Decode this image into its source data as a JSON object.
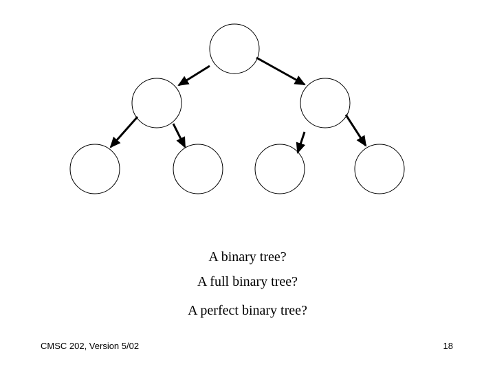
{
  "diagram": {
    "node_count": 7,
    "edges": [
      {
        "from": "root",
        "to": "left-child"
      },
      {
        "from": "root",
        "to": "right-child"
      },
      {
        "from": "left-child",
        "to": "left-left-leaf"
      },
      {
        "from": "left-child",
        "to": "left-right-leaf"
      },
      {
        "from": "right-child",
        "to": "right-left-leaf"
      },
      {
        "from": "right-child",
        "to": "right-right-leaf"
      }
    ]
  },
  "questions": [
    "A binary tree?",
    "A full binary tree?",
    "A perfect binary tree?"
  ],
  "footer": {
    "course": "CMSC 202, Version 5/02",
    "page_number": "18"
  },
  "colors": {
    "stroke": "#000000",
    "background": "#ffffff"
  }
}
